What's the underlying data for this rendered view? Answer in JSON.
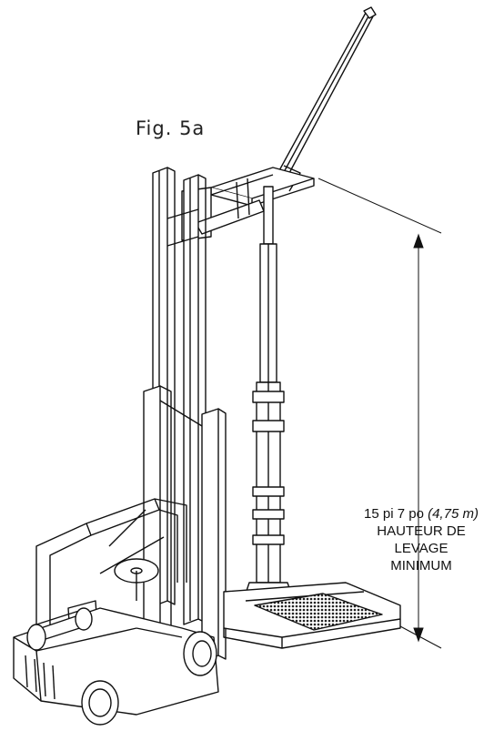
{
  "figure": {
    "label": "Fig. 5a"
  },
  "dimension": {
    "value_imperial": "15 pi 7 po",
    "value_metric": "(4,75 m)",
    "line1": "HAUTEUR DE",
    "line2": "LEVAGE",
    "line3": "MINIMUM"
  },
  "colors": {
    "line": "#111111",
    "fill": "#ffffff",
    "mesh": "#222222"
  }
}
